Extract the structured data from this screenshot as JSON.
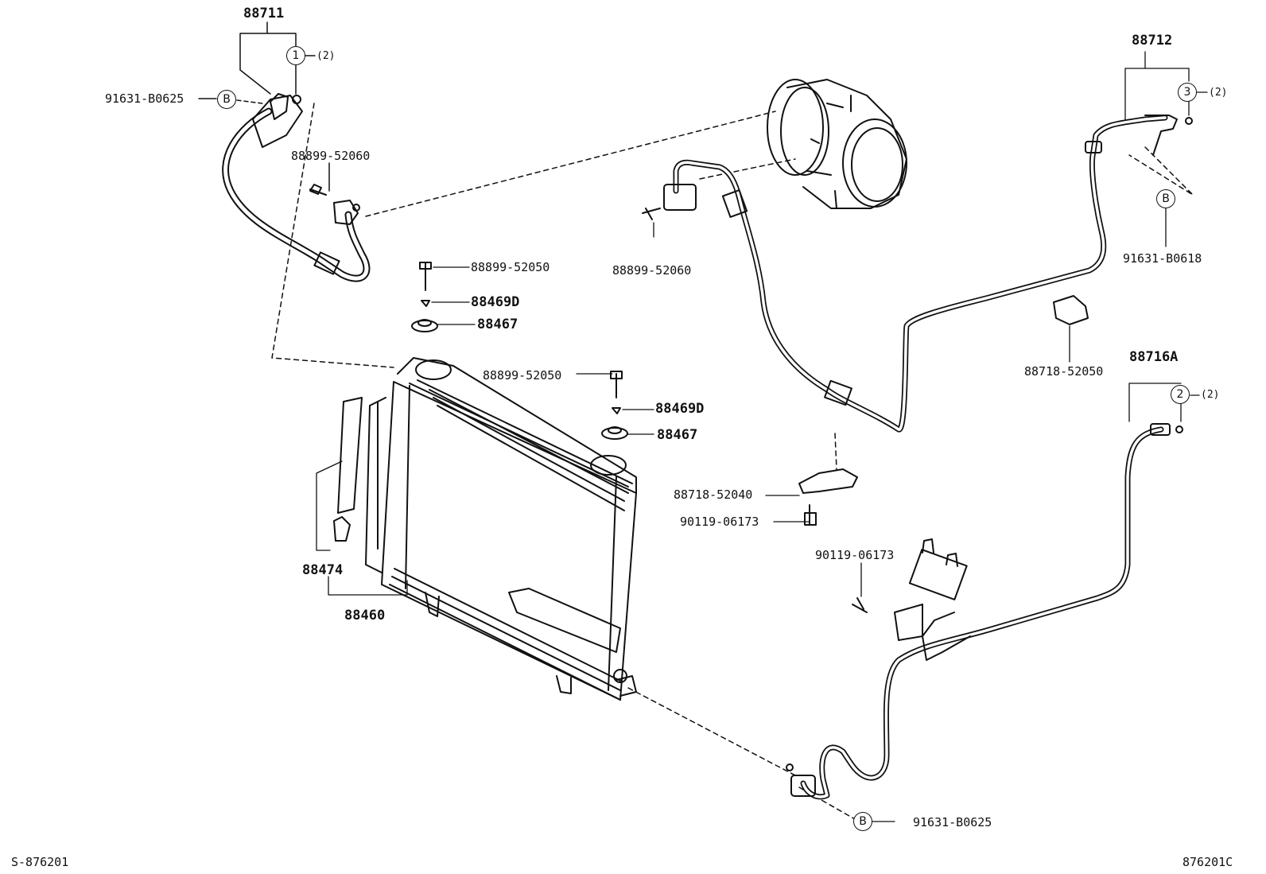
{
  "labels": {
    "hose_upper": "88711",
    "ring1_qty": "(2)",
    "clip_b_upper": "91631-B0625",
    "bolt_upper": "88899-52060",
    "bolt_condenser_left": "88899-52050",
    "cushion_d_left": "88469D",
    "cushion_left": "88467",
    "bolt_condenser_right": "88899-52050",
    "cushion_d_right": "88469D",
    "cushion_right": "88467",
    "filter": "88474",
    "condenser": "88460",
    "bolt_compressor": "88899-52060",
    "tube_suction": "88712",
    "ring3_qty": "(2)",
    "clip_b_right": "91631-B0618",
    "clamp_right": "88718-52050",
    "tube_liquid": "88716A",
    "ring2_qty": "(2)",
    "clamp_middle": "88718-52040",
    "bolt_clamp": "90119-06173",
    "bolt_valve": "90119-06173",
    "clip_b_lower": "91631-B0625",
    "ref_left": "S-876201",
    "ref_right": "876201C"
  },
  "markers": {
    "ring1": "1",
    "ring2": "2",
    "ring3": "3",
    "b_upper": "B",
    "b_right": "B",
    "b_lower": "B"
  }
}
